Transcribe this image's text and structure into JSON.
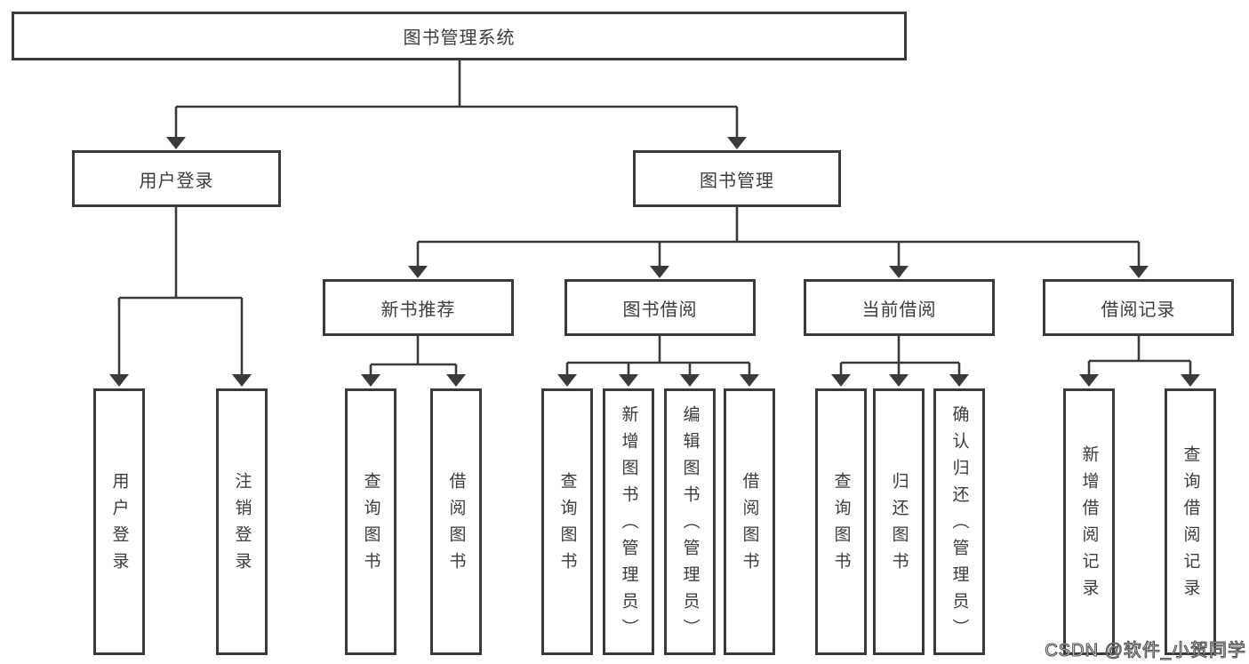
{
  "tree": {
    "root": "图书管理系统",
    "level2": [
      {
        "label": "用户登录",
        "children": [
          {
            "label": "用户登录"
          },
          {
            "label": "注销登录"
          }
        ]
      },
      {
        "label": "图书管理",
        "children": [
          {
            "label": "新书推荐",
            "children": [
              {
                "label": "查询图书"
              },
              {
                "label": "借阅图书"
              }
            ]
          },
          {
            "label": "图书借阅",
            "children": [
              {
                "label": "查询图书"
              },
              {
                "label": "新增图书（管理员）"
              },
              {
                "label": "编辑图书（管理员）"
              },
              {
                "label": "借阅图书"
              }
            ]
          },
          {
            "label": "当前借阅",
            "children": [
              {
                "label": "查询图书"
              },
              {
                "label": "归还图书"
              },
              {
                "label": "确认归还（管理员）"
              }
            ]
          },
          {
            "label": "借阅记录",
            "children": [
              {
                "label": "新增借阅记录"
              },
              {
                "label": "查询借阅记录"
              }
            ]
          }
        ]
      }
    ]
  },
  "watermark": "CSDN @软件_小贺同学",
  "colors": {
    "line": "#3a3a3a",
    "text": "#3c3c3c",
    "background": "#ffffff",
    "watermark_stroke": "#525252"
  }
}
